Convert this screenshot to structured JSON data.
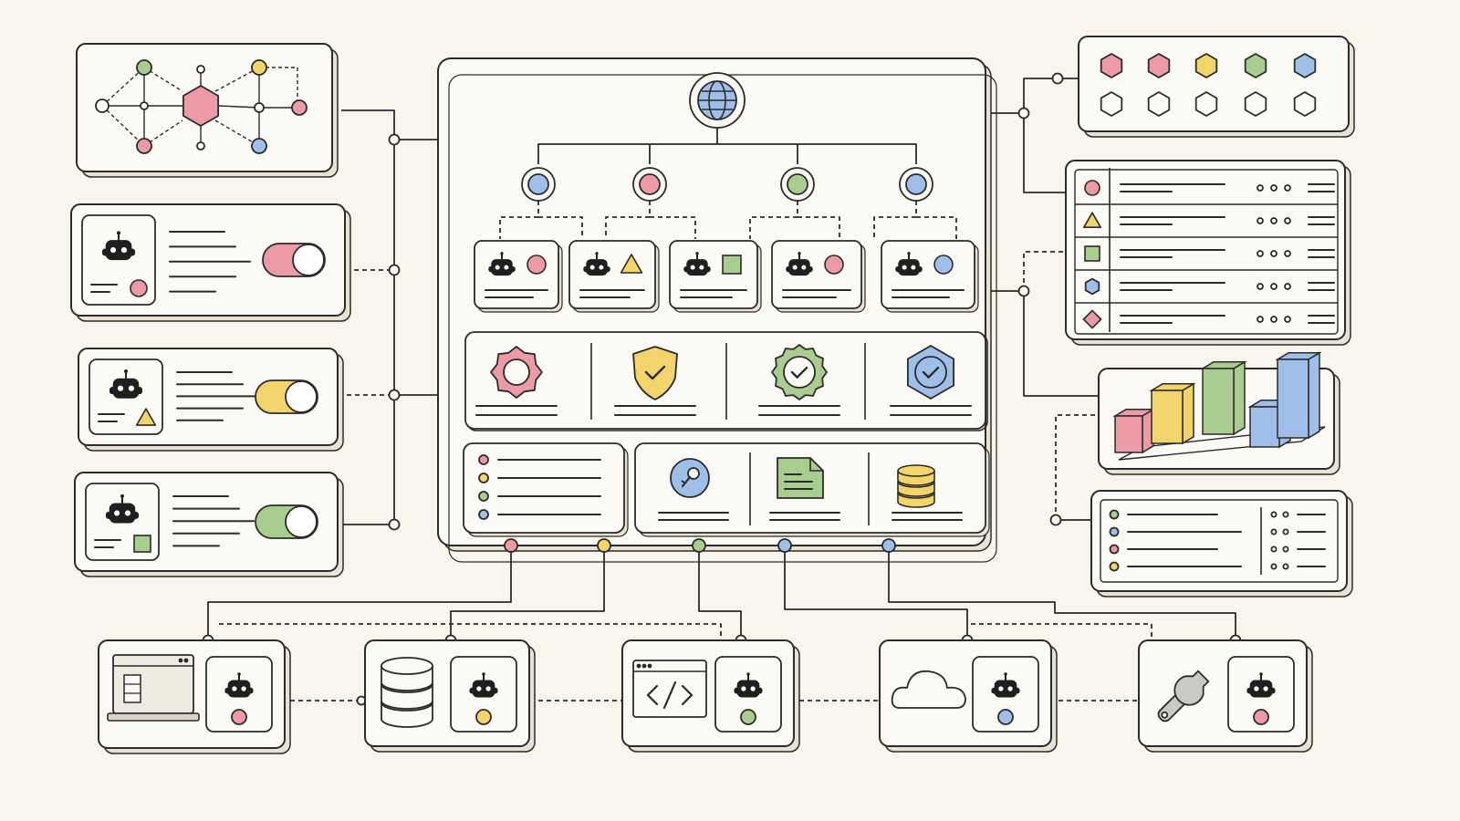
{
  "palette": {
    "background": "#f8f6ec",
    "card": "#fbfaf4",
    "ink": "#2b2b2b",
    "shadow": "#e6e3d4",
    "pink": "#ec9aa5",
    "yellow": "#f3d46a",
    "green": "#a9cd8e",
    "blue": "#9fbfe9",
    "robot": "#1f1f1f"
  },
  "central_panel": {
    "hub_icon": "globe-icon",
    "sub_nodes": [
      "blue",
      "pink",
      "green",
      "blue"
    ],
    "agent_cards": [
      {
        "badge_shape": "circle",
        "badge_color": "pink"
      },
      {
        "badge_shape": "triangle",
        "badge_color": "yellow"
      },
      {
        "badge_shape": "square",
        "badge_color": "green"
      },
      {
        "badge_shape": "circle",
        "badge_color": "pink"
      },
      {
        "badge_shape": "circle",
        "badge_color": "blue"
      }
    ],
    "status_icons": [
      "gear-icon",
      "shield-check-icon",
      "badge-check-icon",
      "hexagon-check-icon"
    ],
    "resource_icons": [
      "key-search-icon",
      "document-icon",
      "database-icon"
    ],
    "list_bullets": [
      "pink",
      "yellow",
      "green",
      "blue"
    ],
    "output_ports": [
      "pink",
      "yellow",
      "green",
      "blue",
      "blue"
    ]
  },
  "left_column": {
    "graph_nodes": [
      "green",
      "yellow",
      "pink",
      "blue",
      "pink"
    ],
    "agents": [
      {
        "badge_shape": "circle",
        "badge_color": "pink",
        "toggle_color": "pink",
        "toggle_on": true
      },
      {
        "badge_shape": "triangle",
        "badge_color": "yellow",
        "toggle_color": "yellow",
        "toggle_on": true
      },
      {
        "badge_shape": "square",
        "badge_color": "green",
        "toggle_color": "green",
        "toggle_on": true
      }
    ]
  },
  "right_column": {
    "hex_palette": [
      "pink",
      "pink",
      "yellow",
      "green",
      "blue"
    ],
    "table_rows": [
      {
        "shape": "circle",
        "color": "pink"
      },
      {
        "shape": "triangle",
        "color": "yellow"
      },
      {
        "shape": "square",
        "color": "green"
      },
      {
        "shape": "hexagon",
        "color": "blue"
      },
      {
        "shape": "diamond",
        "color": "pink"
      }
    ],
    "chart_cubes": [
      "pink",
      "yellow",
      "green",
      "blue",
      "blue"
    ],
    "legend_bullets": [
      "green",
      "blue",
      "pink",
      "yellow"
    ]
  },
  "bottom_row": [
    {
      "tool_icon": "browser-window-icon",
      "badge_color": "pink"
    },
    {
      "tool_icon": "database-icon",
      "badge_color": "yellow"
    },
    {
      "tool_icon": "code-editor-icon",
      "badge_color": "green"
    },
    {
      "tool_icon": "cloud-icon",
      "badge_color": "blue"
    },
    {
      "tool_icon": "wrench-icon",
      "badge_color": "pink"
    }
  ]
}
